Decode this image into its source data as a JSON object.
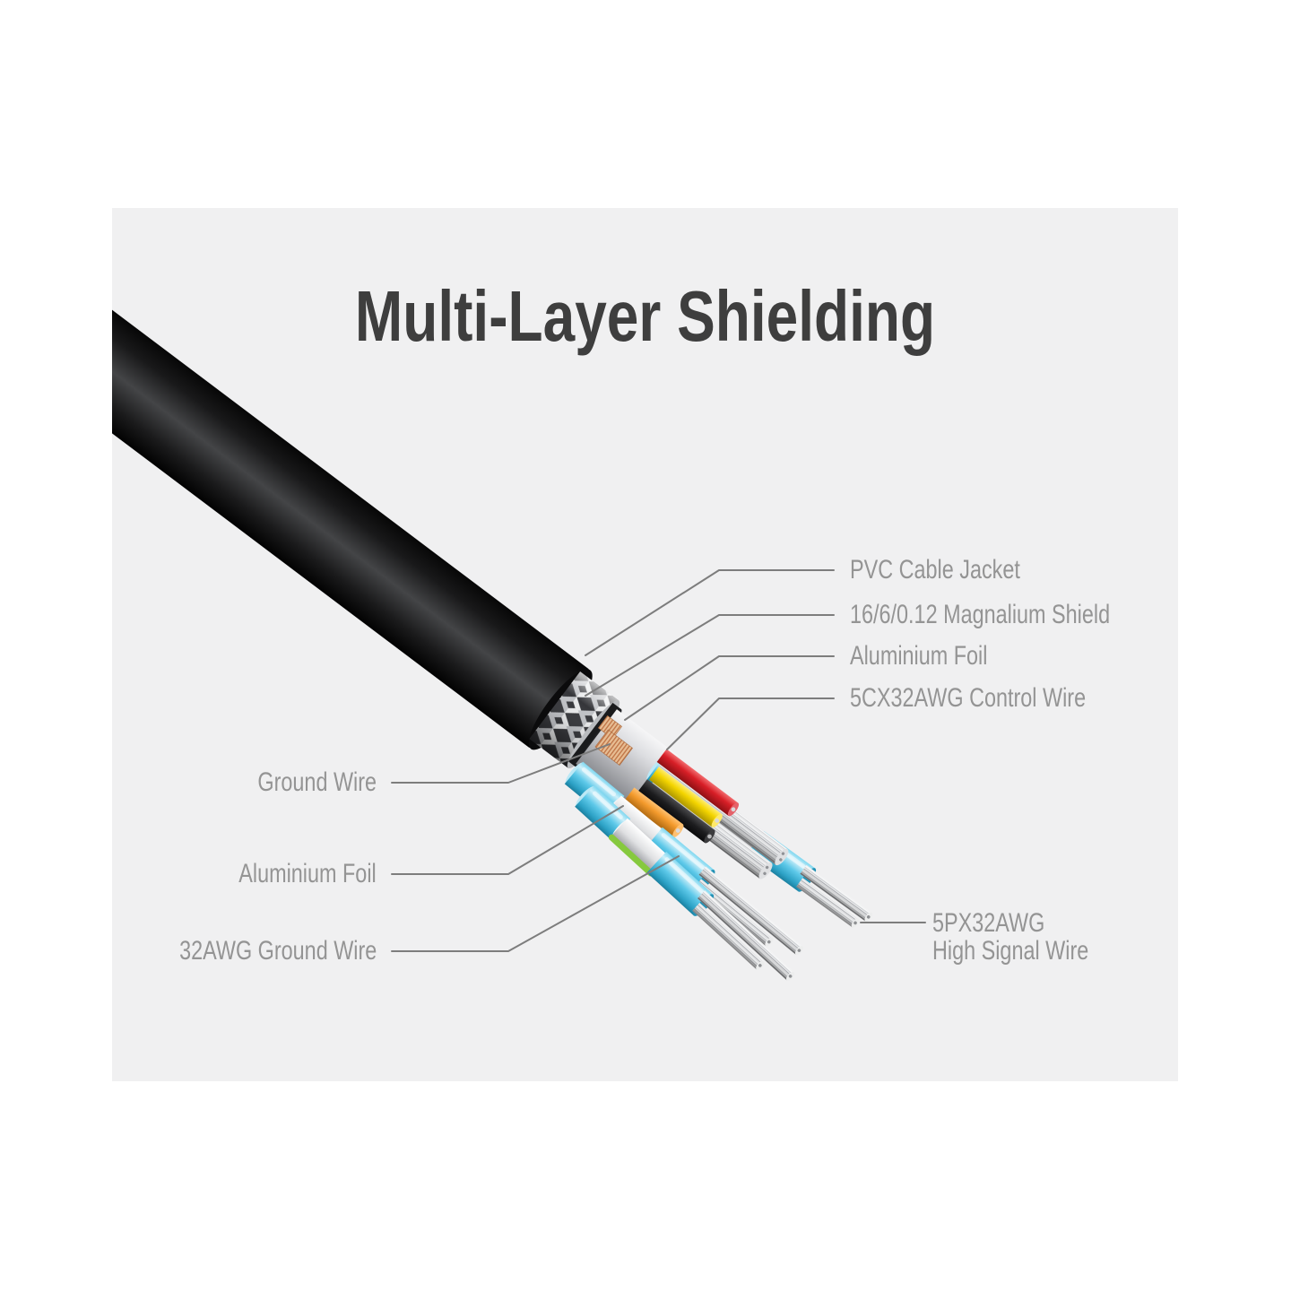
{
  "title": {
    "text": "Multi-Layer Shielding",
    "color": "#3e3e3e"
  },
  "callouts": {
    "right": [
      {
        "label": "PVC Cable Jacket"
      },
      {
        "label": "16/6/0.12 Magnalium Shield"
      },
      {
        "label": "Aluminium Foil"
      },
      {
        "label": "5CX32AWG Control Wire"
      }
    ],
    "left": [
      {
        "label": "Ground Wire"
      },
      {
        "label": "Aluminium Foil"
      },
      {
        "label": "32AWG Ground Wire"
      }
    ],
    "bottom_right": {
      "label_line1": "5PX32AWG",
      "label_line2": "High Signal Wire"
    }
  },
  "illustration": {
    "subject": "cable-cutaway-multi-layer-shielding",
    "colors": {
      "card_background": "#f0f0f1",
      "page_background": "#ffffff",
      "label_text": "#949494",
      "leader_line": "#7d7d7d",
      "jacket_black": "#1c1c1d",
      "braid_silver": "#e9eaeb",
      "foil_silver": "#c9cacd",
      "copper_ground": "#e0b48e",
      "control_wire_red": "#d81f27",
      "control_wire_yellow": "#f4d500",
      "control_wire_orange": "#f49b2d",
      "control_wire_black": "#1d1d1f",
      "pair_jacket_cyan": "#5ec9e9",
      "pair_foil_white": "#eceded",
      "drain_wire_yellowgreen": "#c9d348",
      "drain_wire_green": "#86c93e"
    }
  }
}
